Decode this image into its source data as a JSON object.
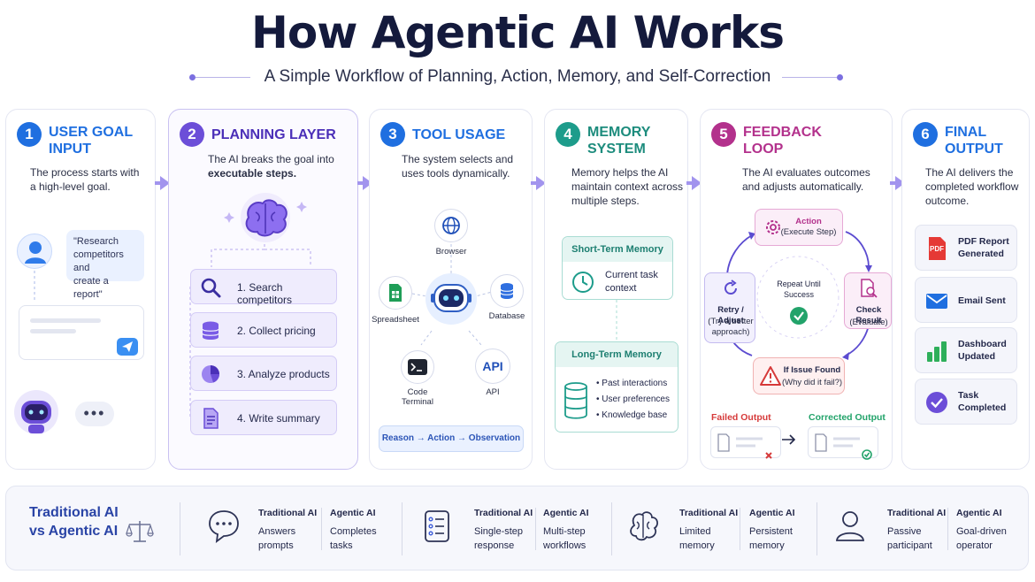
{
  "header": {
    "title": "How Agentic AI Works",
    "subtitle": "A Simple Workflow of Planning, Action, Memory, and Self-Correction"
  },
  "colors": {
    "blue": "#1f6fe0",
    "purple": "#6c4ed8",
    "teal": "#1d9c8b",
    "magenta": "#b3318c",
    "red": "#d63a3a",
    "green": "#22a36a",
    "arrow": "#a294ee"
  },
  "steps": [
    {
      "number": "1",
      "title_line1": "USER GOAL",
      "title_line2": "INPUT",
      "desc_line1": "The process starts with",
      "desc_line2": "a high-level goal.",
      "bubble_line1": "\"Research",
      "bubble_line2": "competitors and",
      "bubble_line3": "create a report\"",
      "typing": "•••"
    },
    {
      "number": "2",
      "title_line1": "PLANNING LAYER",
      "desc_line1": "The AI breaks the goal into",
      "desc_bold": "executable steps.",
      "items": [
        {
          "label": "1. Search competitors",
          "icon": "search-icon"
        },
        {
          "label": "2. Collect pricing",
          "icon": "database-icon"
        },
        {
          "label": "3. Analyze products",
          "icon": "pie-chart-icon"
        },
        {
          "label": "4. Write summary",
          "icon": "document-icon"
        }
      ]
    },
    {
      "number": "3",
      "title_line1": "TOOL USAGE",
      "desc_line1": "The system selects and",
      "desc_line2": "uses tools dynamically.",
      "tools": {
        "browser": "Browser",
        "database": "Database",
        "spreadsheet": "Spreadsheet",
        "terminal_line1": "Code",
        "terminal_line2": "Terminal",
        "api": "API",
        "api_badge": "API"
      },
      "reason_flow": "Reason → Action → Observation"
    },
    {
      "number": "4",
      "title_line1": "MEMORY",
      "title_line2": "SYSTEM",
      "desc_line1": "Memory helps the AI",
      "desc_line2": "maintain context across",
      "desc_line3": "multiple steps.",
      "short_term_title": "Short-Term Memory",
      "short_term_line1": "Current task",
      "short_term_line2": "context",
      "long_term_title": "Long-Term Memory",
      "long_term_items": [
        "Past interactions",
        "User preferences",
        "Knowledge base"
      ]
    },
    {
      "number": "5",
      "title_line1": "FEEDBACK",
      "title_line2": "LOOP",
      "desc_line1": "The AI evaluates outcomes",
      "desc_line2": "and adjusts automatically.",
      "action_title": "Action",
      "action_sub": "(Execute Step)",
      "check_title": "Check Result",
      "check_sub": "(Evaluate)",
      "issue_title": "If Issue Found",
      "issue_sub": "(Why did it fail?)",
      "retry_title": "Retry / Adjust",
      "retry_sub1": "(Try a better",
      "retry_sub2": "approach)",
      "center_line1": "Repeat Until",
      "center_line2": "Success",
      "failed_label": "Failed Output",
      "corrected_label": "Corrected Output"
    },
    {
      "number": "6",
      "title_line1": "FINAL",
      "title_line2": "OUTPUT",
      "desc_line1": "The AI delivers the",
      "desc_line2": "completed workflow",
      "desc_line3": "outcome.",
      "pdf_badge": "PDF",
      "outputs": [
        {
          "line1": "PDF Report",
          "line2": "Generated",
          "icon": "pdf-icon"
        },
        {
          "line1": "Email Sent",
          "line2": "",
          "icon": "email-icon"
        },
        {
          "line1": "Dashboard",
          "line2": "Updated",
          "icon": "bar-chart-icon"
        },
        {
          "line1": "Task",
          "line2": "Completed",
          "icon": "check-circle-icon"
        }
      ]
    }
  ],
  "comparison": {
    "title_line1": "Traditional AI",
    "title_line2": "vs Agentic AI",
    "groups": [
      {
        "icon": "chat-bubble-icon",
        "trad_head": "Traditional AI",
        "trad_line1": "Answers",
        "trad_line2": "prompts",
        "agent_head": "Agentic AI",
        "agent_line1": "Completes",
        "agent_line2": "tasks"
      },
      {
        "icon": "checklist-icon",
        "trad_head": "Traditional AI",
        "trad_line1": "Single-step",
        "trad_line2": "response",
        "agent_head": "Agentic AI",
        "agent_line1": "Multi-step",
        "agent_line2": "workflows"
      },
      {
        "icon": "brain-icon",
        "trad_head": "Traditional AI",
        "trad_line1": "Limited",
        "trad_line2": "memory",
        "agent_head": "Agentic AI",
        "agent_line1": "Persistent",
        "agent_line2": "memory"
      },
      {
        "icon": "person-icon",
        "trad_head": "Traditional AI",
        "trad_line1": "Passive",
        "trad_line2": "participant",
        "agent_head": "Agentic AI",
        "agent_line1": "Goal-driven",
        "agent_line2": "operator"
      }
    ]
  }
}
